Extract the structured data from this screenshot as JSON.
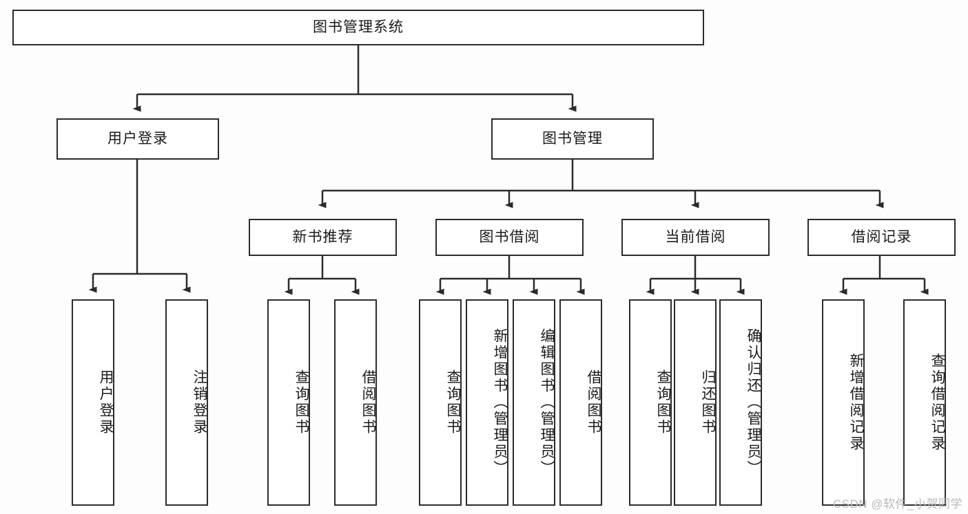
{
  "diagram": {
    "title": "图书管理系统",
    "type": "tree-hierarchy",
    "nodes": {
      "root": {
        "label": "图书管理系统"
      },
      "level1": [
        {
          "id": "user-login",
          "label": "用户登录"
        },
        {
          "id": "book-management",
          "label": "图书管理"
        }
      ],
      "level2": [
        {
          "id": "new-book-recommend",
          "label": "新书推荐"
        },
        {
          "id": "book-borrow",
          "label": "图书借阅"
        },
        {
          "id": "current-borrow",
          "label": "当前借阅"
        },
        {
          "id": "borrow-record",
          "label": "借阅记录"
        }
      ],
      "leaves": {
        "user_login": [
          {
            "id": "leaf-user-login",
            "label": "用户登录"
          },
          {
            "id": "leaf-logout",
            "label": "注销登录"
          }
        ],
        "new_book_recommend": [
          {
            "id": "leaf-query-book-1",
            "label": "查询图书"
          },
          {
            "id": "leaf-borrow-book-1",
            "label": "借阅图书"
          }
        ],
        "book_borrow": [
          {
            "id": "leaf-query-book-2",
            "label": "查询图书"
          },
          {
            "id": "leaf-add-book",
            "label": "新增图书（管理员）"
          },
          {
            "id": "leaf-edit-book",
            "label": "编辑图书（管理员）"
          },
          {
            "id": "leaf-borrow-book-2",
            "label": "借阅图书"
          }
        ],
        "current_borrow": [
          {
            "id": "leaf-query-book-3",
            "label": "查询图书"
          },
          {
            "id": "leaf-return-book",
            "label": "归还图书"
          },
          {
            "id": "leaf-confirm-return",
            "label": "确认归还（管理员）"
          }
        ],
        "borrow_record": [
          {
            "id": "leaf-add-record",
            "label": "新增借阅记录"
          },
          {
            "id": "leaf-query-record",
            "label": "查询借阅记录"
          }
        ]
      }
    },
    "colors": {
      "border": "#2b2b2b",
      "fill": "#ffffff",
      "text": "#1a1a1a",
      "background": "#fdfdfd",
      "watermark": "#b9b9b9"
    },
    "watermark": "CSDN @软件_小贺同学"
  }
}
